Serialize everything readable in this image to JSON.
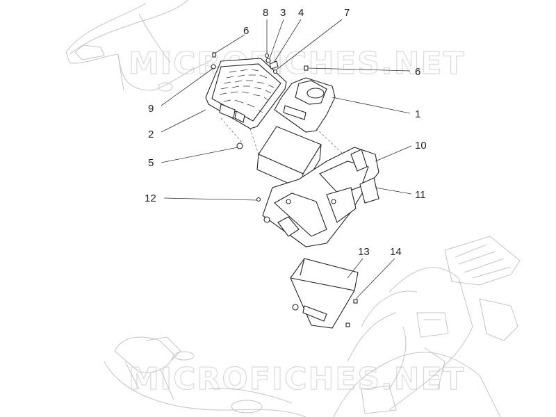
{
  "watermark_text": "MICROFICHES.NET",
  "callouts": [
    {
      "id": "8-top",
      "label": "8"
    },
    {
      "id": "3-top",
      "label": "3"
    },
    {
      "id": "4-top",
      "label": "4"
    },
    {
      "id": "7-top",
      "label": "7"
    },
    {
      "id": "6-left",
      "label": "6"
    },
    {
      "id": "6-right",
      "label": "6"
    },
    {
      "id": "9",
      "label": "9"
    },
    {
      "id": "1",
      "label": "1"
    },
    {
      "id": "2",
      "label": "2"
    },
    {
      "id": "10",
      "label": "10"
    },
    {
      "id": "5",
      "label": "5"
    },
    {
      "id": "11",
      "label": "11"
    },
    {
      "id": "12",
      "label": "12"
    },
    {
      "id": "13",
      "label": "13"
    },
    {
      "id": "14",
      "label": "14"
    }
  ]
}
